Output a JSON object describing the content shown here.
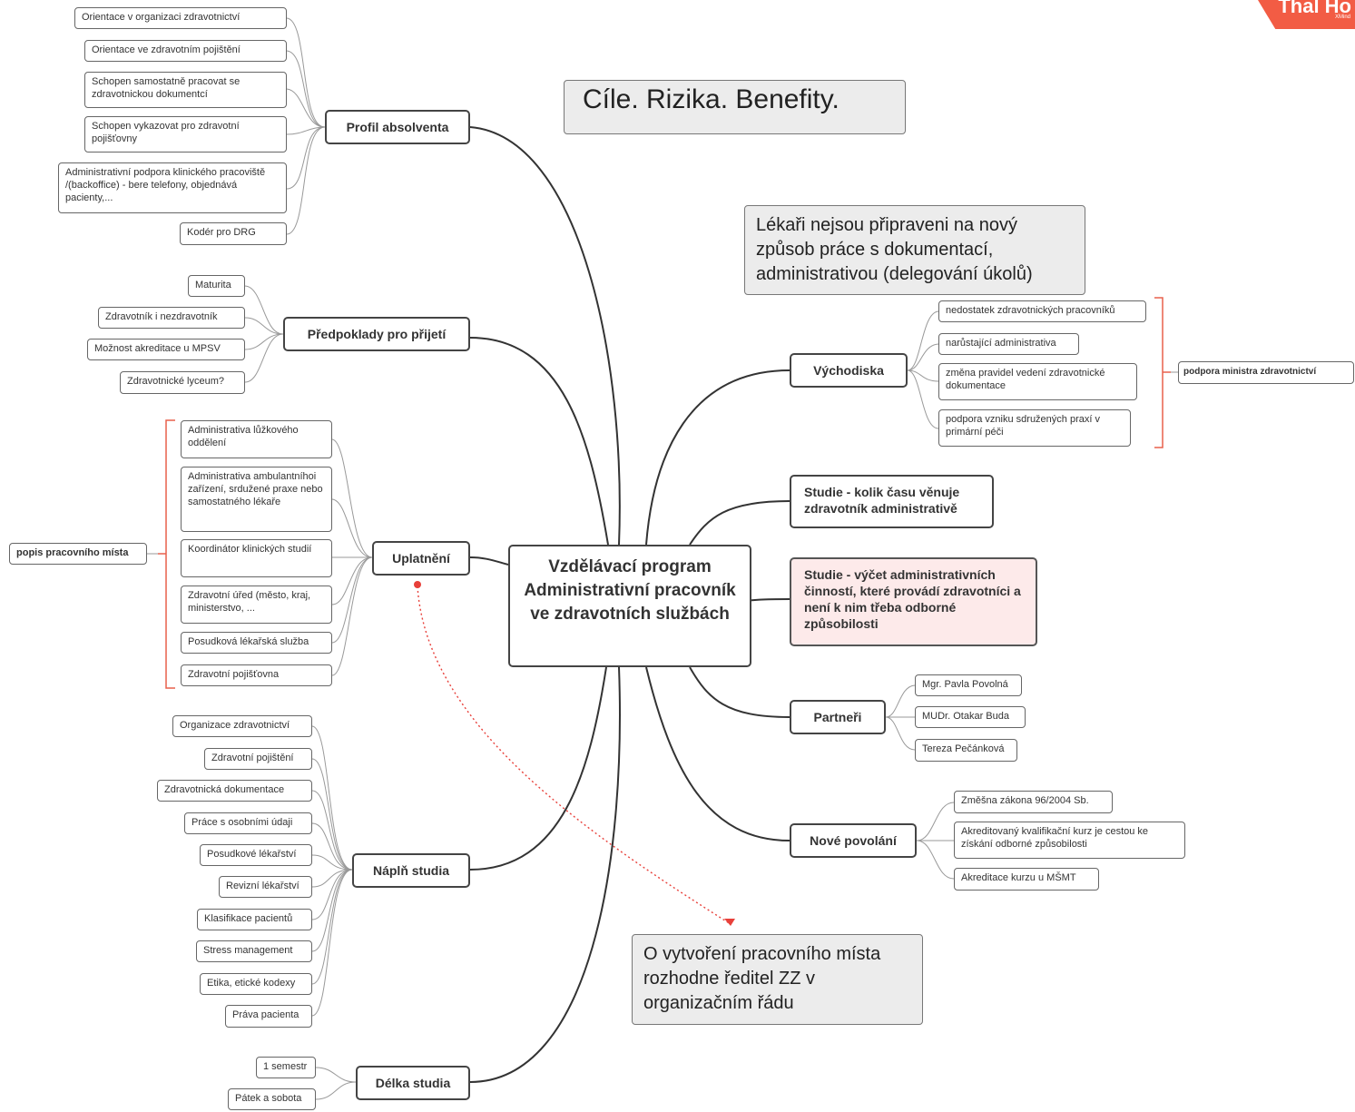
{
  "brand": {
    "text": "Thal Ho",
    "sub": "XMind"
  },
  "title": "Cíle. Rizika. Benefity.",
  "central": "Vzdělávací program Administrativní pracovník ve zdravotních službách",
  "notes": {
    "lekari": "Lékaři nejsou připraveni na nový způsob práce s dokumentací, administrativou (delegování úkolů)",
    "vytvoreni": "O vytvoření pracovního místa rozhodne ředitel ZZ v organizačním řádu"
  },
  "profil": {
    "label": "Profil absolventa",
    "items": [
      "Orientace v organizaci zdravotnictví",
      "Orientace ve zdravotním pojištění",
      "Schopen samostatně pracovat se zdravotnickou dokumentcí",
      "Schopen vykazovat pro zdravotní pojišťovny",
      "Administrativní podpora klinického pracoviště /(backoffice) - bere telefony, objednává pacienty,...",
      "Kodér pro DRG"
    ]
  },
  "predpoklady": {
    "label": "Předpoklady pro přijetí",
    "items": [
      "Maturita",
      "Zdravotník i  nezdravotník",
      "Možnost akreditace u MPSV",
      "Zdravotnické lyceum?"
    ]
  },
  "uplatneni": {
    "label": "Uplatnění",
    "items": [
      "Administrativa lůžkového oddělení",
      "Administrativa ambulantníhoi zařízení, srdužené praxe nebo samostatného lékaře",
      "Koordinátor klinických studií",
      "Zdravotní úřed (město, kraj, ministerstvo, ...",
      "Posudková lékařská služba",
      "Zdravotní pojišťovna"
    ],
    "summary": "popis pracovního místa"
  },
  "naplan": {
    "label": "Náplň studia",
    "items": [
      "Organizace zdravotnictví",
      "Zdravotní pojištění",
      "Zdravotnická dokumentace",
      "Práce s osobními údaji",
      "Posudkové lékařství",
      "Revizní lékařství",
      "Klasifikace pacientů",
      "Stress management",
      "Etika, etické kodexy",
      "Práva pacienta"
    ]
  },
  "delka": {
    "label": "Délka studia",
    "items": [
      "1 semestr",
      "Pátek a sobota"
    ]
  },
  "vychodiska": {
    "label": "Východiska",
    "items": [
      "nedostatek zdravotnických pracovníků",
      "narůstající administrativa",
      "změna pravidel vedení zdravotnické dokumentace",
      "podpora vzniku sdružených praxí v primární péči"
    ],
    "summary": "podpora ministra zdravotnictví"
  },
  "studie1": "Studie - kolik času věnuje zdravotník administrativě",
  "studie2": "Studie - výčet administrativních činností, které provádí zdravotníci a není k nim třeba odborné způsobilosti",
  "partneri": {
    "label": "Partneři",
    "items": [
      "Mgr. Pavla Povolná",
      "MUDr. Otakar Buda",
      "Tereza Pečánková"
    ]
  },
  "nove": {
    "label": "Nové povolání",
    "items": [
      "Změšna zákona 96/2004 Sb.",
      "Akreditovaný kvalifikační kurz je cestou ke získání odborné způsobilosti",
      "Akreditace kurzu u MŠMT"
    ]
  },
  "colors": {
    "line": "#333333",
    "thin_line": "#999999",
    "bracket": "#e8604c",
    "relation": "#e8403a",
    "pink": "#fdeaea",
    "note_gray": "#ececec"
  }
}
